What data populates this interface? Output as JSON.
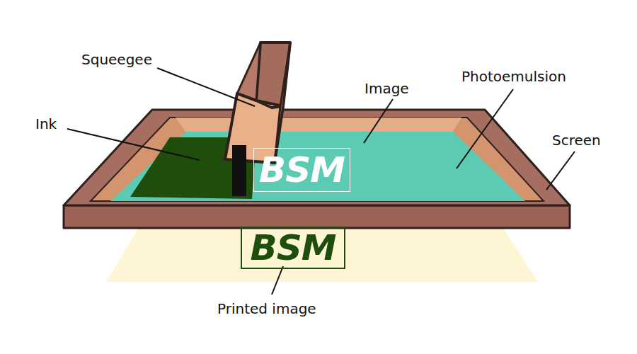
{
  "diagram": {
    "nodes": [
      {
        "text": [
          "BSM"
        ]
      },
      {
        "text": [
          "BSM"
        ]
      }
    ],
    "labels": [
      "Squeegee",
      "Ink",
      "Image",
      "Photoemulsion",
      "Screen",
      "Printed image"
    ]
  }
}
